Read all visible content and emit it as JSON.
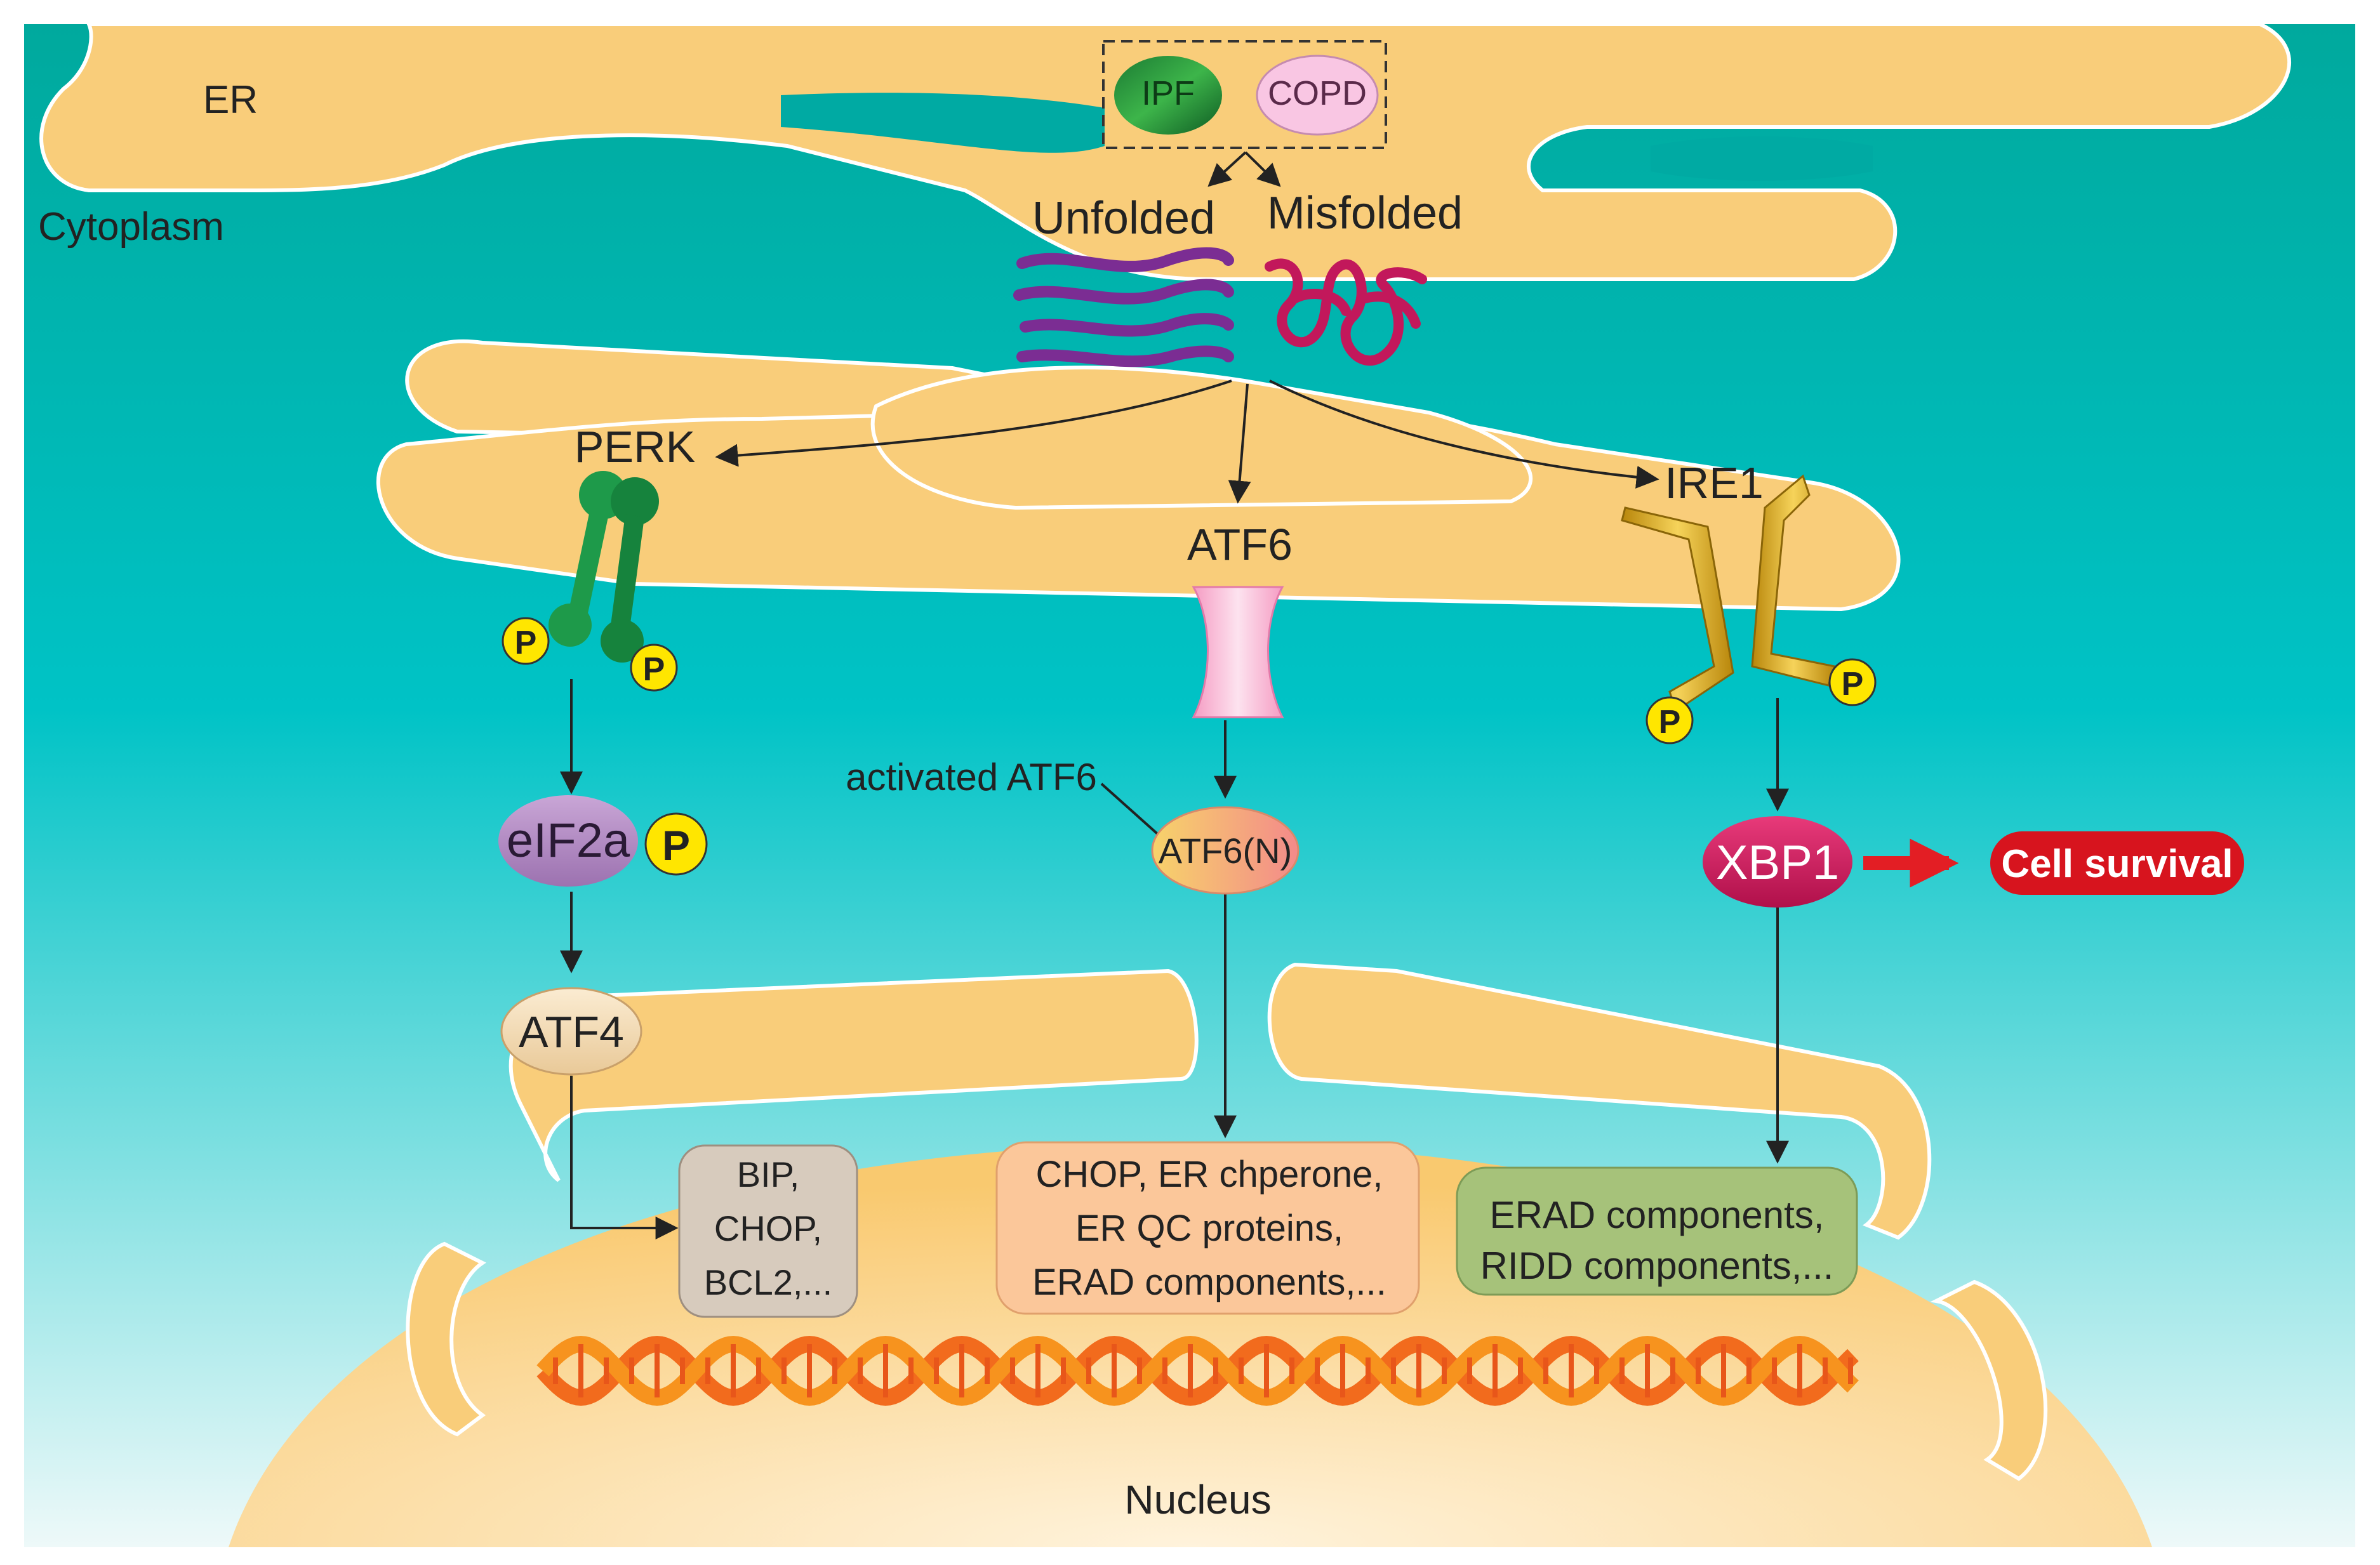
{
  "regions": {
    "er": "ER",
    "cytoplasm": "Cytoplasm",
    "nucleus": "Nucleus"
  },
  "diseases": [
    "IPF",
    "COPD"
  ],
  "proteins": {
    "unfolded": "Unfolded",
    "misfolded": "Misfolded"
  },
  "sensors": {
    "perk": "PERK",
    "atf6": "ATF6",
    "ire1": "IRE1"
  },
  "phospho": "P",
  "downstream": {
    "eif2a": "eIF2a",
    "atf4": "ATF4",
    "activated_atf6": "activated ATF6",
    "atf6n": "ATF6(N)",
    "xbp1": "XBP1",
    "cell_survival": "Cell survival"
  },
  "targets": {
    "perk_genes": [
      "BIP,",
      "CHOP,",
      "BCL2,..."
    ],
    "atf6_genes": [
      "CHOP, ER chperone,",
      "ER QC proteins,",
      "ERAD components,..."
    ],
    "ire1_genes": [
      "ERAD components,",
      "RIDD components,..."
    ]
  },
  "colors": {
    "cytoplasm_top": "#00a99d",
    "cytoplasm_bottom": "#e6f6f6",
    "er_membrane": "#f9cd7a",
    "perk": "#1e9a4a",
    "atf6": "#f7b6d2",
    "ire1": "#d9a21b",
    "phospho": "#ffe600",
    "eif2a": "#b48cc4",
    "atf4": "#f4ddb5",
    "atf6n": "#f5a86a",
    "xbp1": "#d4145a",
    "survival": "#e31e24",
    "unfolded": "#7b2d93",
    "misfolded": "#c2185b",
    "dna": "#f26b1d"
  }
}
